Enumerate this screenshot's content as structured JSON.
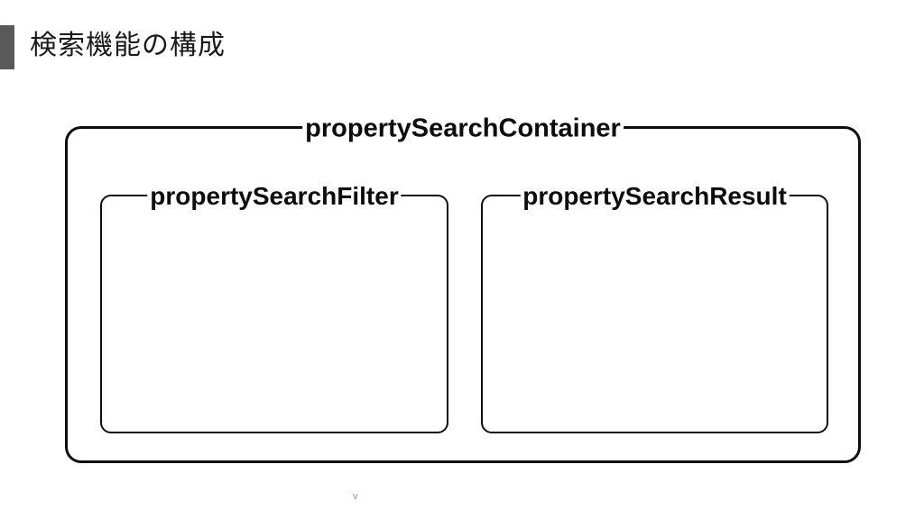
{
  "slide": {
    "title": "検索機能の構成",
    "stray_mark": "v"
  },
  "colors": {
    "background": "#ffffff",
    "accent_bar": "#595959",
    "border": "#0d0d0d",
    "title_text": "#1a1a1a",
    "label_text": "#0d0d0d",
    "stray_mark": "#8f8f8f"
  },
  "diagram": {
    "container_label": "propertySearchContainer",
    "children": [
      {
        "label": "propertySearchFilter"
      },
      {
        "label": "propertySearchResult"
      }
    ]
  }
}
